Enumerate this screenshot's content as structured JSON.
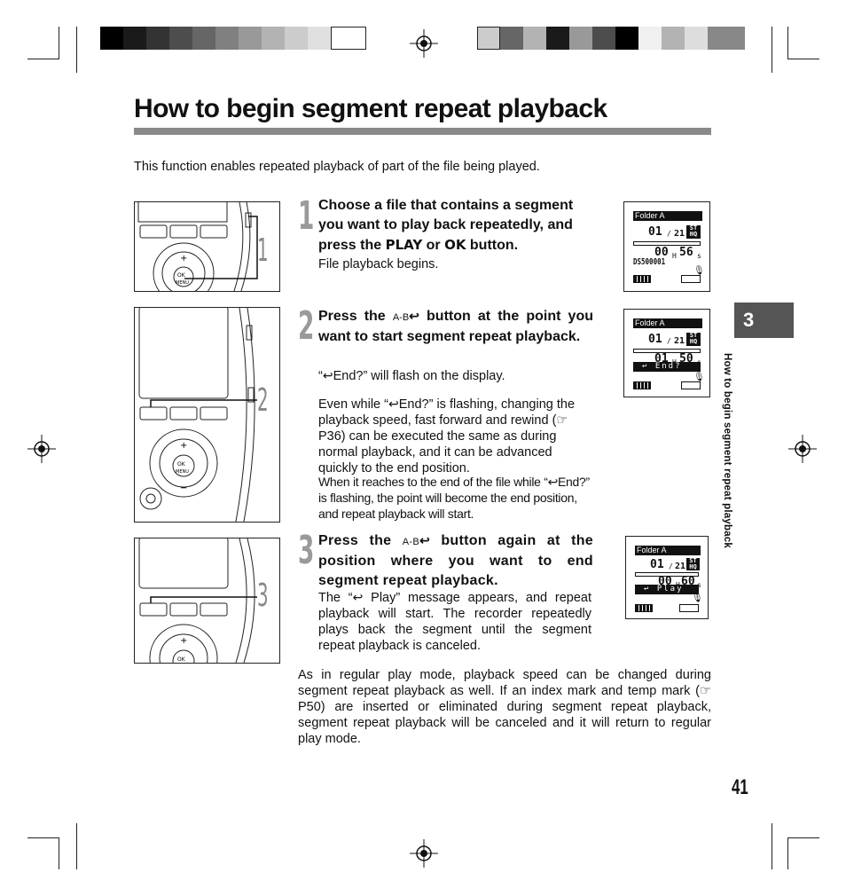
{
  "title": "How to begin segment repeat playback",
  "intro": "This function enables repeated playback of part of the file being played.",
  "chapter": {
    "number": "3",
    "side_label": "How to begin segment repeat playback"
  },
  "page_number": "41",
  "steps": [
    {
      "number": "1",
      "figure_callout": "1",
      "heading_pre": "Choose a file that contains a segment you want to play back repeatedly, and press the ",
      "heading_play": "PLAY",
      "heading_or": " or ",
      "heading_ok": "OK",
      "heading_post": " button.",
      "body": "File playback begins.",
      "lcd": {
        "folder": "Folder A",
        "file": "01",
        "total": "21",
        "time": "00",
        "time_h": "H",
        "time_m": "56",
        "time_s": "s",
        "name": "DS500001"
      }
    },
    {
      "number": "2",
      "figure_callout": "2",
      "heading_pre": "Press the ",
      "heading_btn": "A-B",
      "heading_post": " button at the point you want to start segment repeat playback.",
      "body1": "End?” will flash on the display.",
      "body2": "Even while “",
      "body2b": "End?” is flashing, changing the playback speed, fast forward and rewind (",
      "body2c": " P36) can be executed the same as during normal playback, and it can be advanced quickly to the end position.",
      "body3a": "When it reaches to the end of the file while “",
      "body3b": "End?” is flashing, the point will become the end position, and repeat playback will start.",
      "lcd": {
        "folder": "Folder A",
        "file": "01",
        "total": "21",
        "time": "01",
        "time_h": "H",
        "time_m": "50",
        "time_s": "s",
        "msg": "End?"
      }
    },
    {
      "number": "3",
      "figure_callout": "3",
      "heading_pre": "Press the ",
      "heading_btn": "A-B",
      "heading_post": " button again at the position where you want to end segment repeat playback.",
      "body_pre": "The “",
      "body_post": " Play” message appears, and repeat playback will start. The recorder repeatedly plays back the segment until the segment repeat playback is canceled.",
      "lcd": {
        "folder": "Folder A",
        "file": "01",
        "total": "21",
        "time": "00",
        "time_h": "H",
        "time_m": "60",
        "time_s": "s",
        "msg": "Play"
      }
    }
  ],
  "closing": {
    "pre": "As in regular play mode, playback speed can be changed during segment repeat playback as well. If an index mark and temp mark (",
    "post": " P50) are inserted or eliminated during segment repeat playback, segment repeat playback will be canceled and it will return to regular play mode."
  },
  "icons": {
    "repeat": "repeat-arrow-icon",
    "reference": "pointing-hand-icon"
  },
  "colors": {
    "chapter_tab": "#555555",
    "step_number": "#9a9a9a",
    "title_rule": "#8a8a8a"
  }
}
